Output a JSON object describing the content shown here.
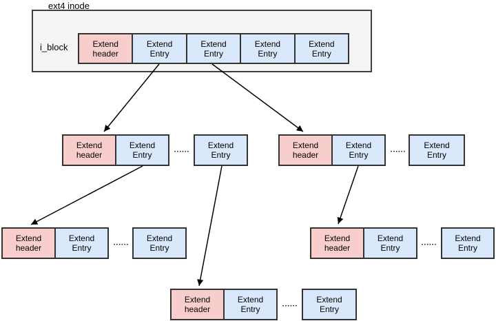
{
  "title": "ext4 inode",
  "root": {
    "iblock_label": "i_block",
    "cells": [
      {
        "label": "Extend header"
      },
      {
        "label": "Extend Entry"
      },
      {
        "label": "Extend Entry"
      },
      {
        "label": "Extend Entry"
      },
      {
        "label": "Extend Entry"
      }
    ]
  },
  "nodes": [
    {
      "name": "index-node-left",
      "header": "Extend header",
      "entry": "Extend Entry",
      "dots": "......",
      "tail_entry": "Extend Entry"
    },
    {
      "name": "index-node-right",
      "header": "Extend header",
      "entry": "Extend Entry",
      "dots": "......",
      "tail_entry": "Extend Entry"
    },
    {
      "name": "leaf-node-left",
      "header": "Extend header",
      "entry": "Extend Entry",
      "dots": "......",
      "tail_entry": "Extend Entry"
    },
    {
      "name": "leaf-node-right",
      "header": "Extend header",
      "entry": "Extend Entry",
      "dots": "......",
      "tail_entry": "Extend Entry"
    },
    {
      "name": "leaf-node-bottom",
      "header": "Extend header",
      "entry": "Extend Entry",
      "dots": "......",
      "tail_entry": "Extend Entry"
    }
  ],
  "colors": {
    "header_fill": "#f8cecc",
    "entry_fill": "#dae8fc",
    "root_fill": "#f5f5f5",
    "border": "#333333",
    "arrow": "#000000"
  }
}
